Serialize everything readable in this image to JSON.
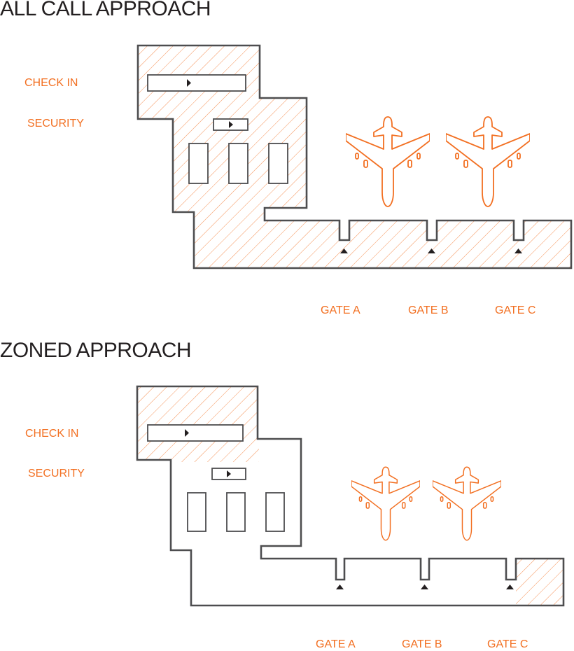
{
  "colors": {
    "accent": "#f26f21",
    "outline": "#4d4d4f",
    "text": "#231f20"
  },
  "icons": [
    "airplane-icon",
    "arrow-right-icon",
    "gate-marker-icon"
  ],
  "sections": [
    {
      "title": "ALL CALL APPROACH",
      "labels": {
        "check_in": "CHECK IN",
        "security": "SECURITY"
      },
      "gates": [
        "GATE A",
        "GATE B",
        "GATE C"
      ]
    },
    {
      "title": "ZONED APPROACH",
      "labels": {
        "check_in": "CHECK IN",
        "security": "SECURITY"
      },
      "gates": [
        "GATE A",
        "GATE B",
        "GATE C"
      ]
    }
  ]
}
